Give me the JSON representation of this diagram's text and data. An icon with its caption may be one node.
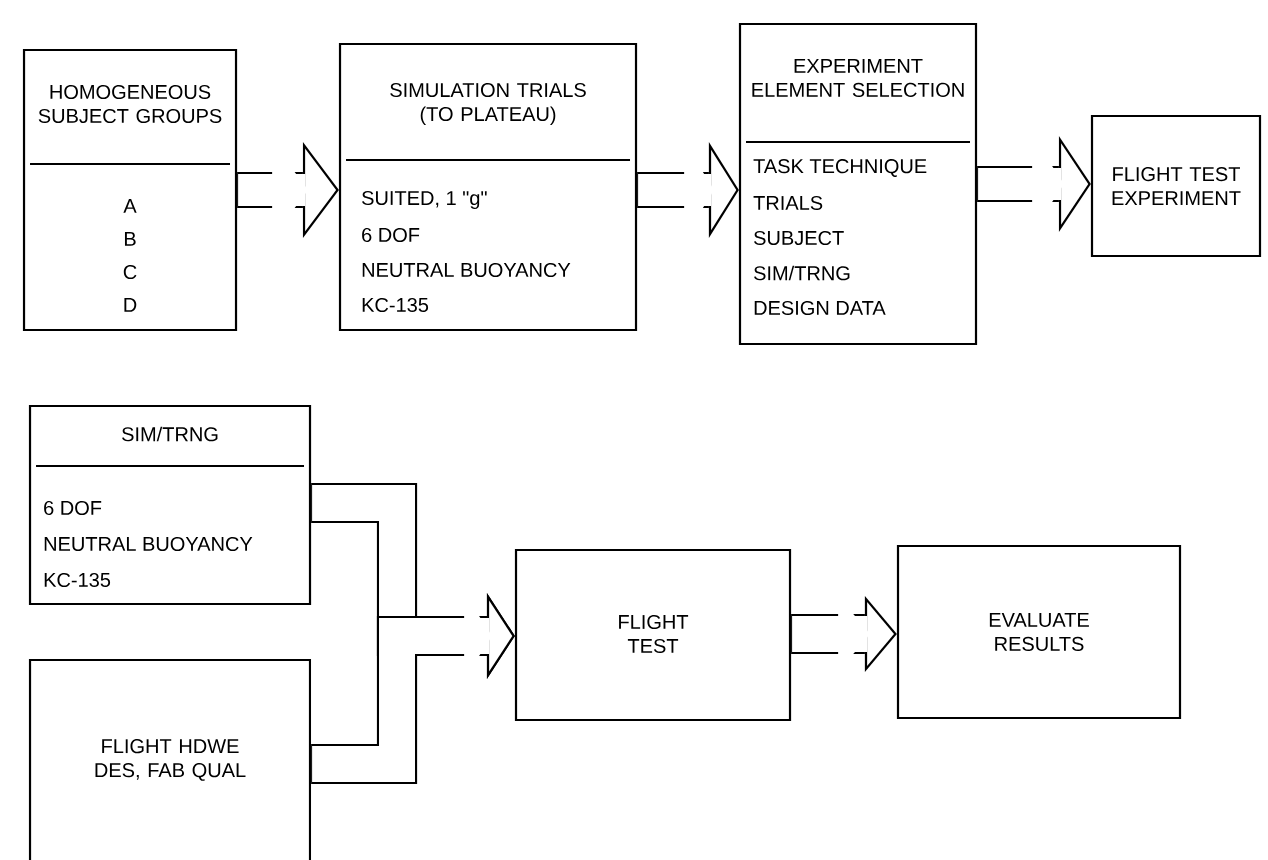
{
  "diagram": {
    "nodes": [
      {
        "text": [
          "HOMOGENEOUS SUBJECT GROUPS",
          "A",
          "B",
          "C",
          "D"
        ]
      },
      {
        "text": [
          "SIMULATION TRIALS (TO PLATEAU)",
          "SUITED, 1 \"g\"",
          "6 DOF",
          "NEUTRAL BUOYANCY",
          "KC-135"
        ]
      },
      {
        "text": [
          "EXPERIMENT ELEMENT SELECTION",
          "TASK TECHNIQUE",
          "TRIALS",
          "SUBJECT",
          "SIM/TRNG",
          "DESIGN DATA"
        ]
      },
      {
        "text": [
          "FLIGHT TEST EXPERIMENT"
        ]
      },
      {
        "text": [
          "SIM/TRNG",
          "6 DOF",
          "NEUTRAL BUOYANCY",
          "KC-135"
        ]
      },
      {
        "text": [
          "FLIGHT HDWE DES, FAB QUAL"
        ]
      },
      {
        "text": [
          "FLIGHT TEST"
        ]
      },
      {
        "text": [
          "EVALUATE RESULTS"
        ]
      }
    ],
    "edges": [
      {
        "from": 0,
        "to": 1,
        "arrow": "to"
      },
      {
        "from": 1,
        "to": 2,
        "arrow": "to"
      },
      {
        "from": 2,
        "to": 3,
        "arrow": "to"
      },
      {
        "from": 4,
        "to": 6,
        "arrow": "to"
      },
      {
        "from": 5,
        "to": 6,
        "arrow": "to"
      },
      {
        "from": 6,
        "to": 7,
        "arrow": "to"
      }
    ]
  }
}
